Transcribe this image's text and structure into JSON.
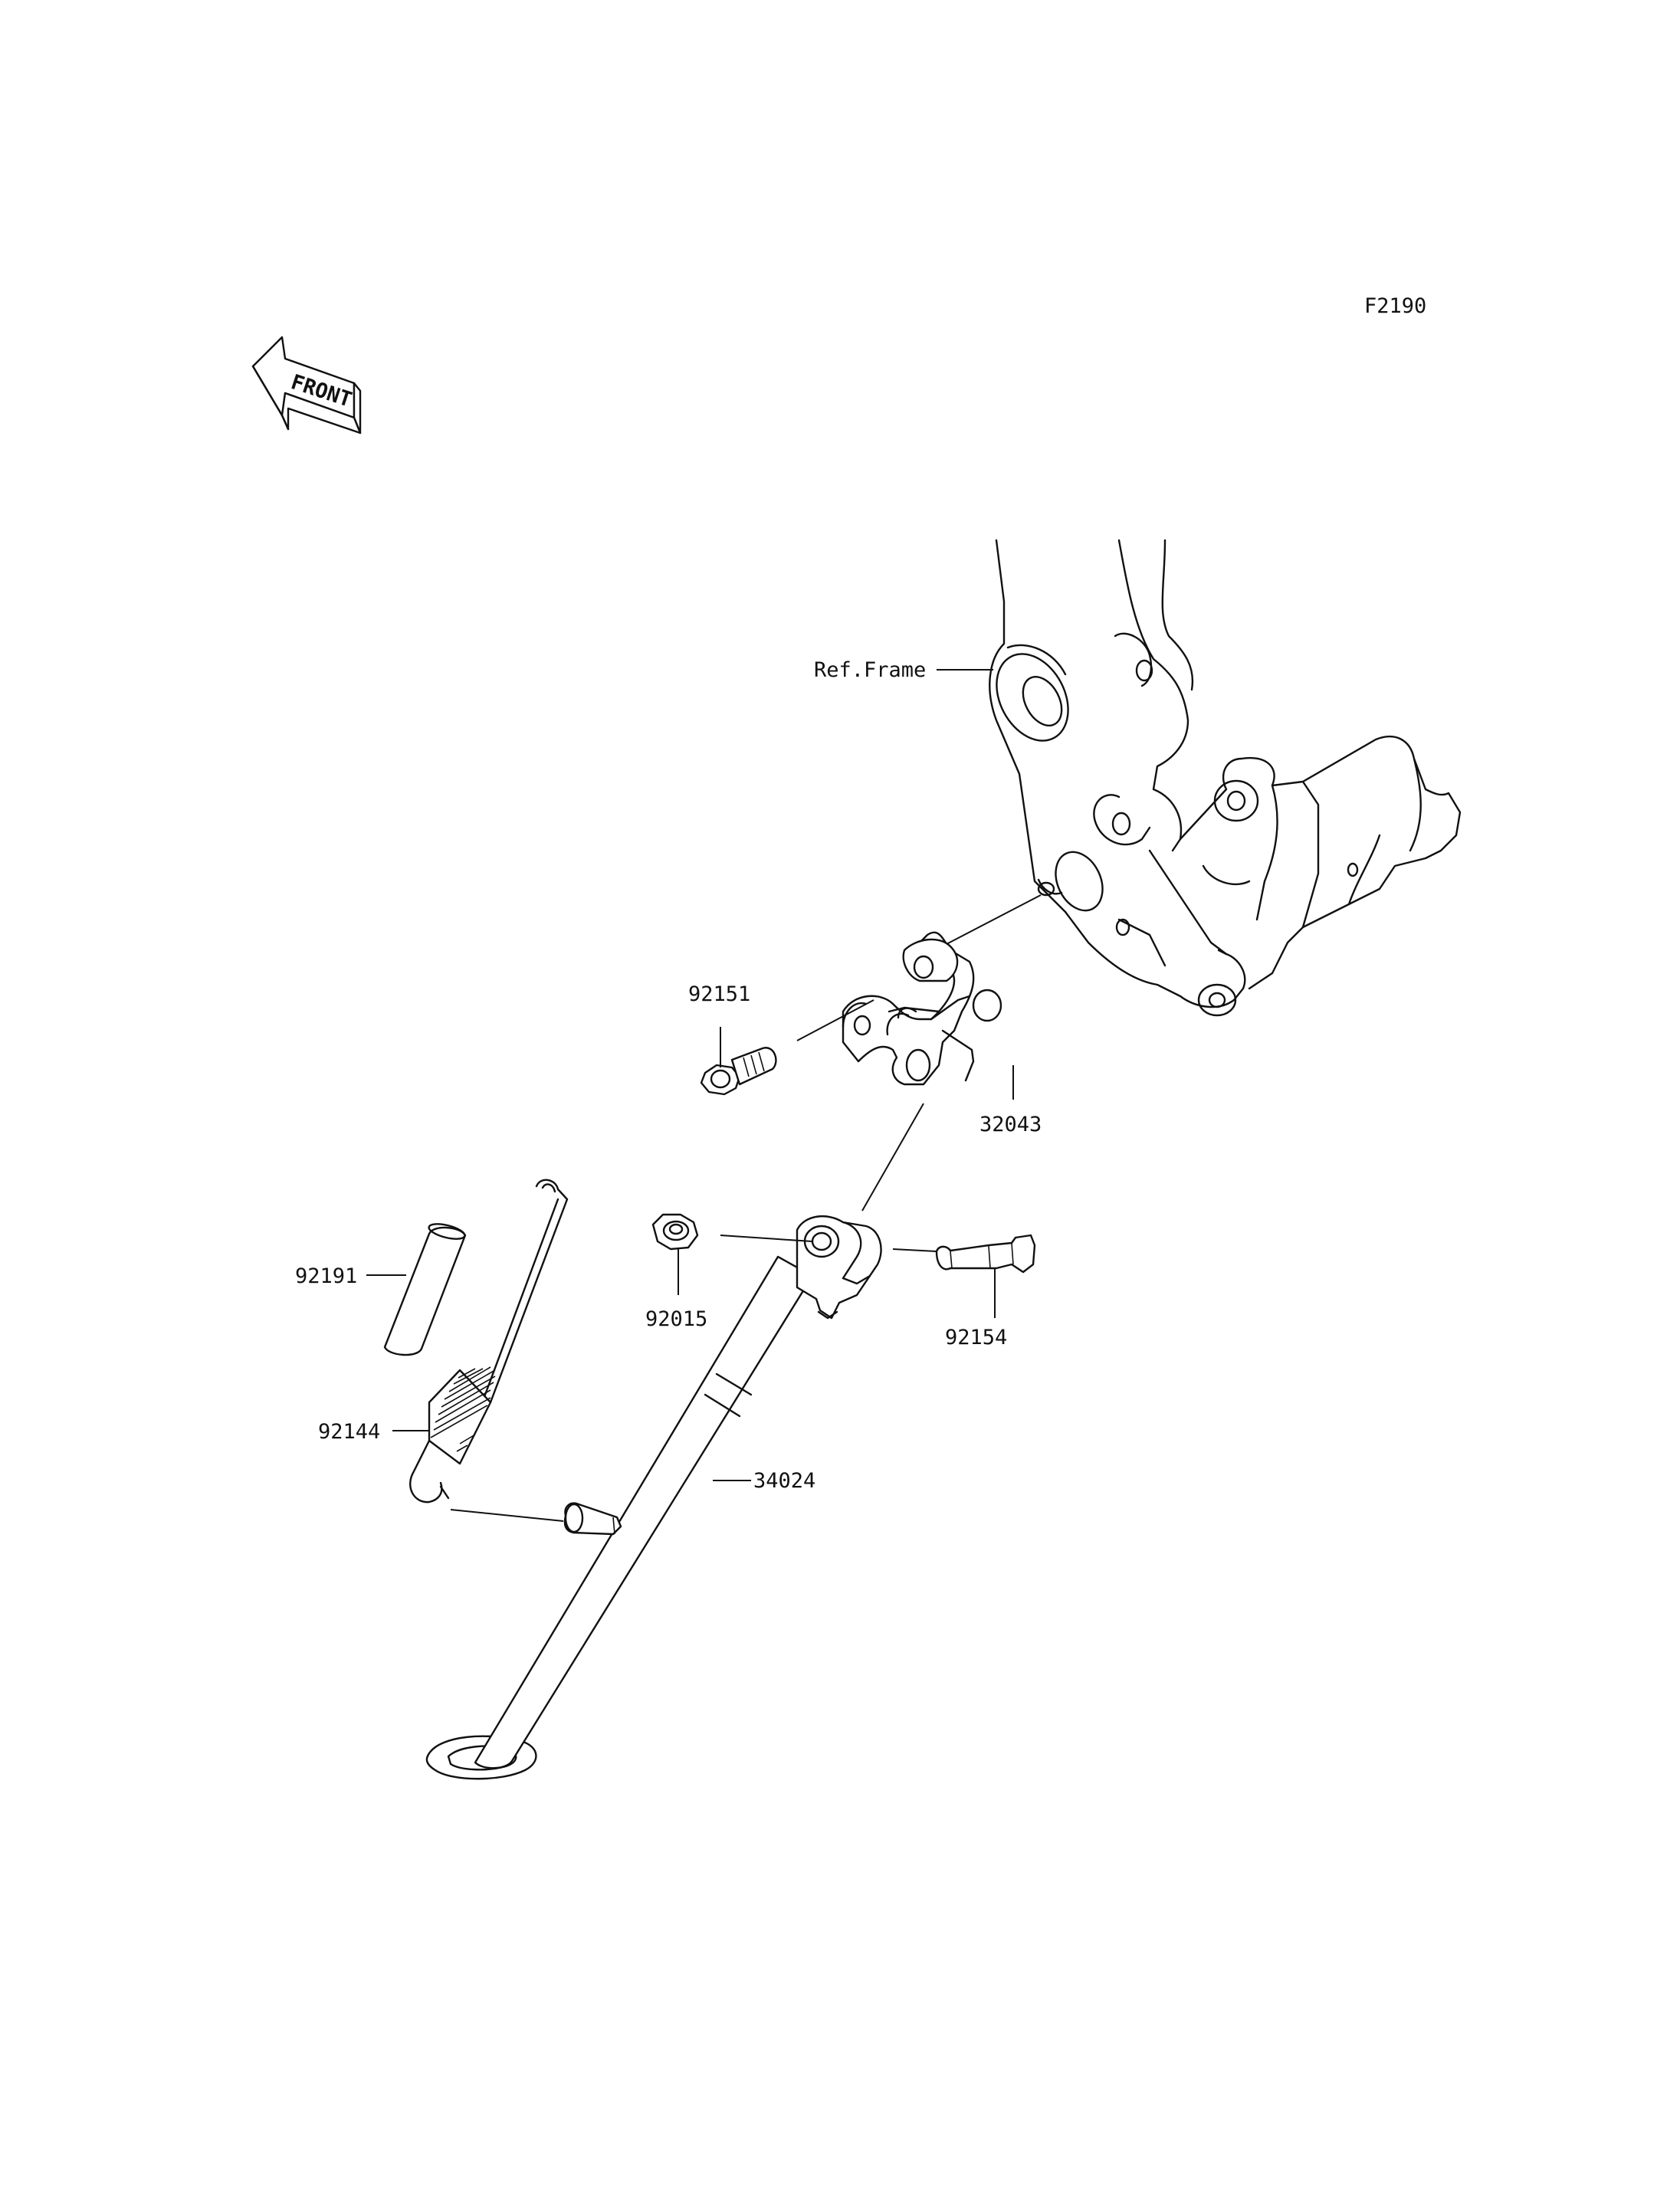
{
  "diagram": {
    "figure_code": "F2190",
    "front_label": "FRONT",
    "ref_label": "Ref.Frame",
    "parts": [
      {
        "number": "92151"
      },
      {
        "number": "32043"
      },
      {
        "number": "92015"
      },
      {
        "number": "92154"
      },
      {
        "number": "92191"
      },
      {
        "number": "92144"
      },
      {
        "number": "34024"
      }
    ]
  }
}
